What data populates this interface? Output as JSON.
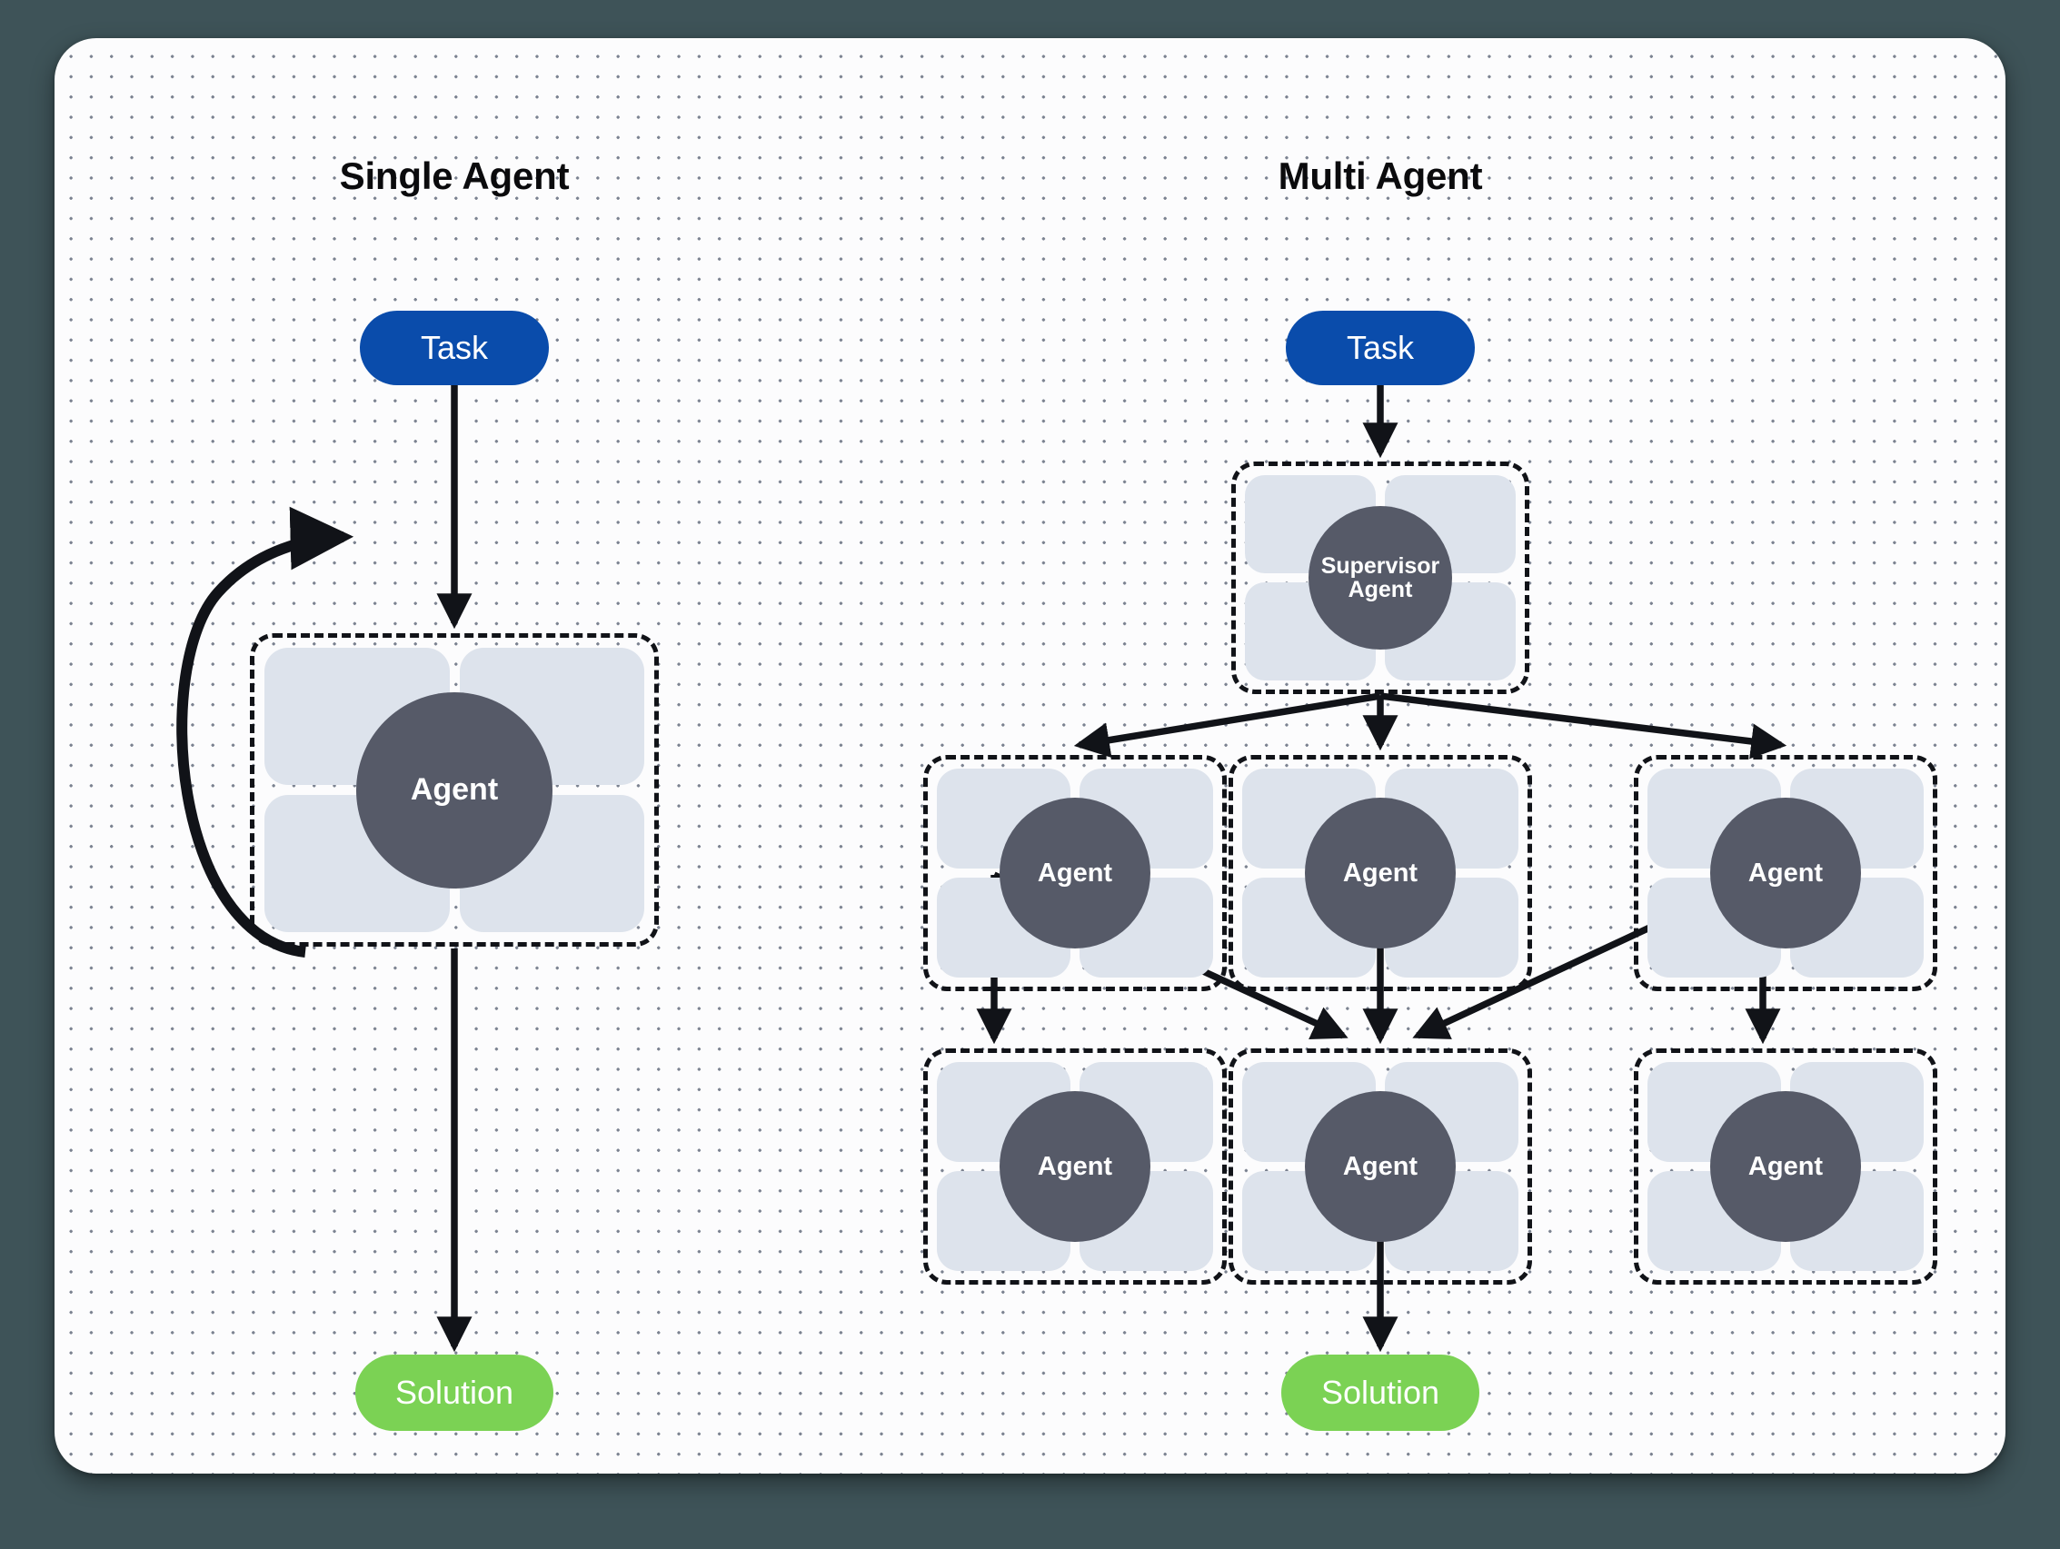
{
  "diagram": {
    "title": "Single Agent vs Multi Agent architecture comparison",
    "colors": {
      "canvas_background": "#fcfcfd",
      "page_background": "#3e5358",
      "task_blue": "#0a4cab",
      "solution_green": "#7bd254",
      "agent_circle": "#565a68",
      "tile_blue_gray": "#dde3ec",
      "stroke_black": "#111318"
    }
  },
  "panels": {
    "single": {
      "title": "Single Agent",
      "task_label": "Task",
      "agent_label": "Agent",
      "solution_label": "Solution",
      "edges": [
        {
          "name": "task-to-agent",
          "from": "Task",
          "to": "Agent",
          "style": "straight-arrow"
        },
        {
          "name": "agent-self-loop",
          "from": "Agent",
          "to": "Agent",
          "style": "curved-loop-arrow"
        },
        {
          "name": "agent-to-solution",
          "from": "Agent",
          "to": "Solution",
          "style": "straight-arrow"
        }
      ]
    },
    "multi": {
      "title": "Multi Agent",
      "task_label": "Task",
      "supervisor_label_line1": "Supervisor",
      "supervisor_label_line2": "Agent",
      "agent_label": "Agent",
      "solution_label": "Solution",
      "row1_agents": [
        "Agent",
        "Agent",
        "Agent"
      ],
      "row2_agents": [
        "Agent",
        "Agent",
        "Agent"
      ],
      "edges": [
        {
          "name": "task-to-supervisor",
          "from": "Task",
          "to": "Supervisor Agent",
          "style": "straight-arrow"
        },
        {
          "name": "supervisor-to-row1-left",
          "from": "Supervisor Agent",
          "to": "Agent row1 left",
          "style": "diagonal-arrow"
        },
        {
          "name": "supervisor-to-row1-center",
          "from": "Supervisor Agent",
          "to": "Agent row1 center",
          "style": "straight-arrow"
        },
        {
          "name": "supervisor-to-row1-right",
          "from": "Supervisor Agent",
          "to": "Agent row1 right",
          "style": "diagonal-arrow"
        },
        {
          "name": "row1-left-to-row2-left",
          "from": "Agent row1 left",
          "to": "Agent row2 left",
          "style": "straight-arrow"
        },
        {
          "name": "row1-left-to-row2-center",
          "from": "Agent row1 left",
          "to": "Agent row2 center",
          "style": "diagonal-arrow"
        },
        {
          "name": "row1-center-to-row2-center",
          "from": "Agent row1 center",
          "to": "Agent row2 center",
          "style": "straight-arrow"
        },
        {
          "name": "row1-right-to-row2-right",
          "from": "Agent row1 right",
          "to": "Agent row2 right",
          "style": "straight-arrow"
        },
        {
          "name": "row1-right-to-row2-center",
          "from": "Agent row1 right",
          "to": "Agent row2 center",
          "style": "diagonal-arrow"
        },
        {
          "name": "row2-center-to-solution",
          "from": "Agent row2 center",
          "to": "Solution",
          "style": "straight-arrow"
        }
      ]
    }
  }
}
